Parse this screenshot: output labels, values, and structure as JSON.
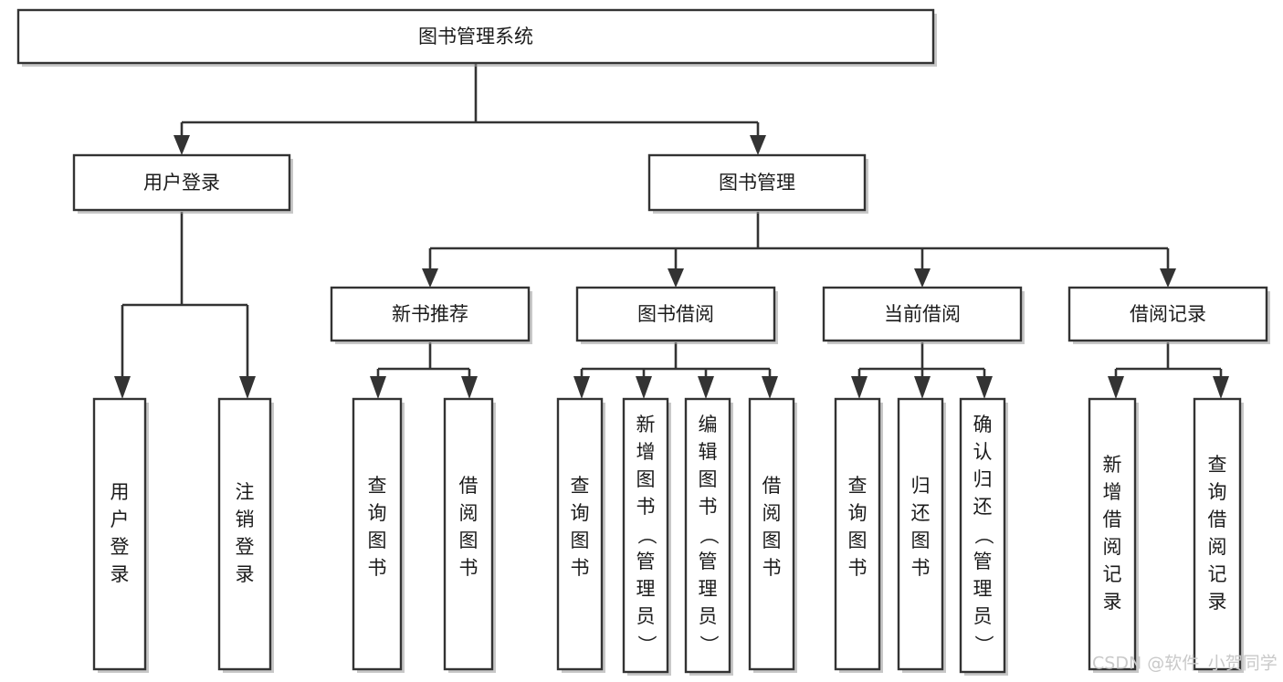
{
  "diagram": {
    "title": "图书管理系统",
    "watermark": "CSDN @软件_小贺同学",
    "colors": {
      "box_stroke": "#333333",
      "box_fill": "#ffffff",
      "connector": "#333333",
      "text": "#1b1b1b",
      "watermark": "#c9c9c9",
      "background": "#ffffff"
    },
    "levels": {
      "root": "图书管理系统",
      "level2": [
        "用户登录",
        "图书管理"
      ],
      "level3": [
        "新书推荐",
        "图书借阅",
        "当前借阅",
        "借阅记录"
      ]
    },
    "nodes": {
      "root": {
        "label": "图书管理系统",
        "orientation": "horizontal"
      },
      "user_login": {
        "label": "用户登录",
        "orientation": "horizontal"
      },
      "book_manage": {
        "label": "图书管理",
        "orientation": "horizontal"
      },
      "new_book_rec": {
        "label": "新书推荐",
        "orientation": "horizontal"
      },
      "book_borrow": {
        "label": "图书借阅",
        "orientation": "horizontal"
      },
      "current_borrow": {
        "label": "当前借阅",
        "orientation": "horizontal"
      },
      "borrow_record": {
        "label": "借阅记录",
        "orientation": "horizontal"
      },
      "leaf_user_login": {
        "label": "用户登录",
        "orientation": "vertical"
      },
      "leaf_logout": {
        "label": "注销登录",
        "orientation": "vertical"
      },
      "leaf_query_book_1": {
        "label": "查询图书",
        "orientation": "vertical"
      },
      "leaf_borrow_book_1": {
        "label": "借阅图书",
        "orientation": "vertical"
      },
      "leaf_query_book_2": {
        "label": "查询图书",
        "orientation": "vertical"
      },
      "leaf_add_book": {
        "label": "新增图书（管理员）",
        "orientation": "vertical"
      },
      "leaf_edit_book": {
        "label": "编辑图书（管理员）",
        "orientation": "vertical"
      },
      "leaf_borrow_book_2": {
        "label": "借阅图书",
        "orientation": "vertical"
      },
      "leaf_query_book_3": {
        "label": "查询图书",
        "orientation": "vertical"
      },
      "leaf_return_book": {
        "label": "归还图书",
        "orientation": "vertical"
      },
      "leaf_confirm_return": {
        "label": "确认归还（管理员）",
        "orientation": "vertical"
      },
      "leaf_add_record": {
        "label": "新增借阅记录",
        "orientation": "vertical"
      },
      "leaf_query_record": {
        "label": "查询借阅记录",
        "orientation": "vertical"
      }
    },
    "tree": {
      "root": "图书管理系统",
      "children": [
        {
          "label": "用户登录",
          "children": [
            {
              "label": "用户登录",
              "children": []
            },
            {
              "label": "注销登录",
              "children": []
            }
          ]
        },
        {
          "label": "图书管理",
          "children": [
            {
              "label": "新书推荐",
              "children": [
                {
                  "label": "查询图书",
                  "children": []
                },
                {
                  "label": "借阅图书",
                  "children": []
                }
              ]
            },
            {
              "label": "图书借阅",
              "children": [
                {
                  "label": "查询图书",
                  "children": []
                },
                {
                  "label": "新增图书（管理员）",
                  "children": []
                },
                {
                  "label": "编辑图书（管理员）",
                  "children": []
                },
                {
                  "label": "借阅图书",
                  "children": []
                }
              ]
            },
            {
              "label": "当前借阅",
              "children": [
                {
                  "label": "查询图书",
                  "children": []
                },
                {
                  "label": "归还图书",
                  "children": []
                },
                {
                  "label": "确认归还（管理员）",
                  "children": []
                }
              ]
            },
            {
              "label": "借阅记录",
              "children": [
                {
                  "label": "新增借阅记录",
                  "children": []
                },
                {
                  "label": "查询借阅记录",
                  "children": []
                }
              ]
            }
          ]
        }
      ]
    }
  }
}
